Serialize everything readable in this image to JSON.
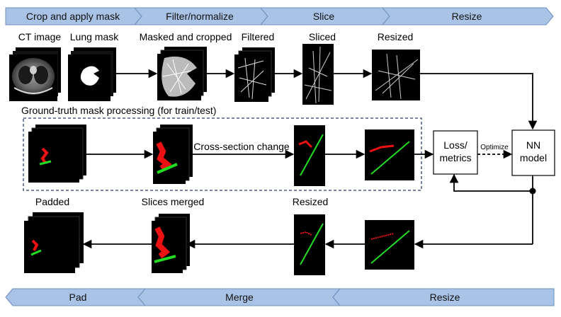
{
  "top_stages": [
    "Crop and apply mask",
    "Filter/normalize",
    "Slice",
    "Resize"
  ],
  "bottom_stages": [
    "Pad",
    "Merge",
    "Resize"
  ],
  "top_row_labels": {
    "ct_image": "CT image",
    "lung_mask": "Lung mask",
    "masked_cropped": "Masked and cropped",
    "filtered": "Filtered",
    "sliced": "Sliced",
    "resized": "Resized"
  },
  "gt_section_title": "Ground-truth mask processing (for train/test)",
  "cross_section_label": "Cross-section change",
  "loss_box": {
    "line1": "Loss/",
    "line2": "metrics"
  },
  "optimize_label": "Optimize",
  "nn_box": {
    "line1": "NN",
    "line2": "model"
  },
  "bottom_row_labels": {
    "padded": "Padded",
    "slices_merged": "Slices merged",
    "resized": "Resized"
  },
  "colors": {
    "bar_fill": "#a9c3e6",
    "bar_stroke": "#6d8fbd",
    "dashed_border": "#2b3f66",
    "green": "#22dd22",
    "red": "#ee1111"
  }
}
